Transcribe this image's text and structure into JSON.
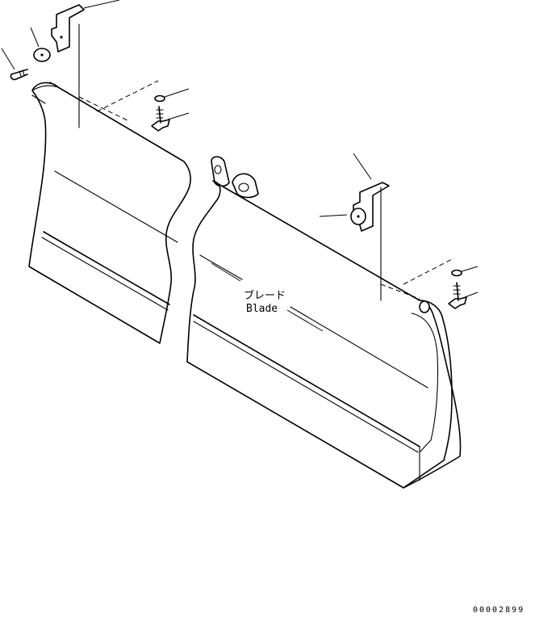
{
  "labels": {
    "part_name_jp": "ブレード",
    "part_name_en": "Blade"
  },
  "drawing_code": "00002899"
}
